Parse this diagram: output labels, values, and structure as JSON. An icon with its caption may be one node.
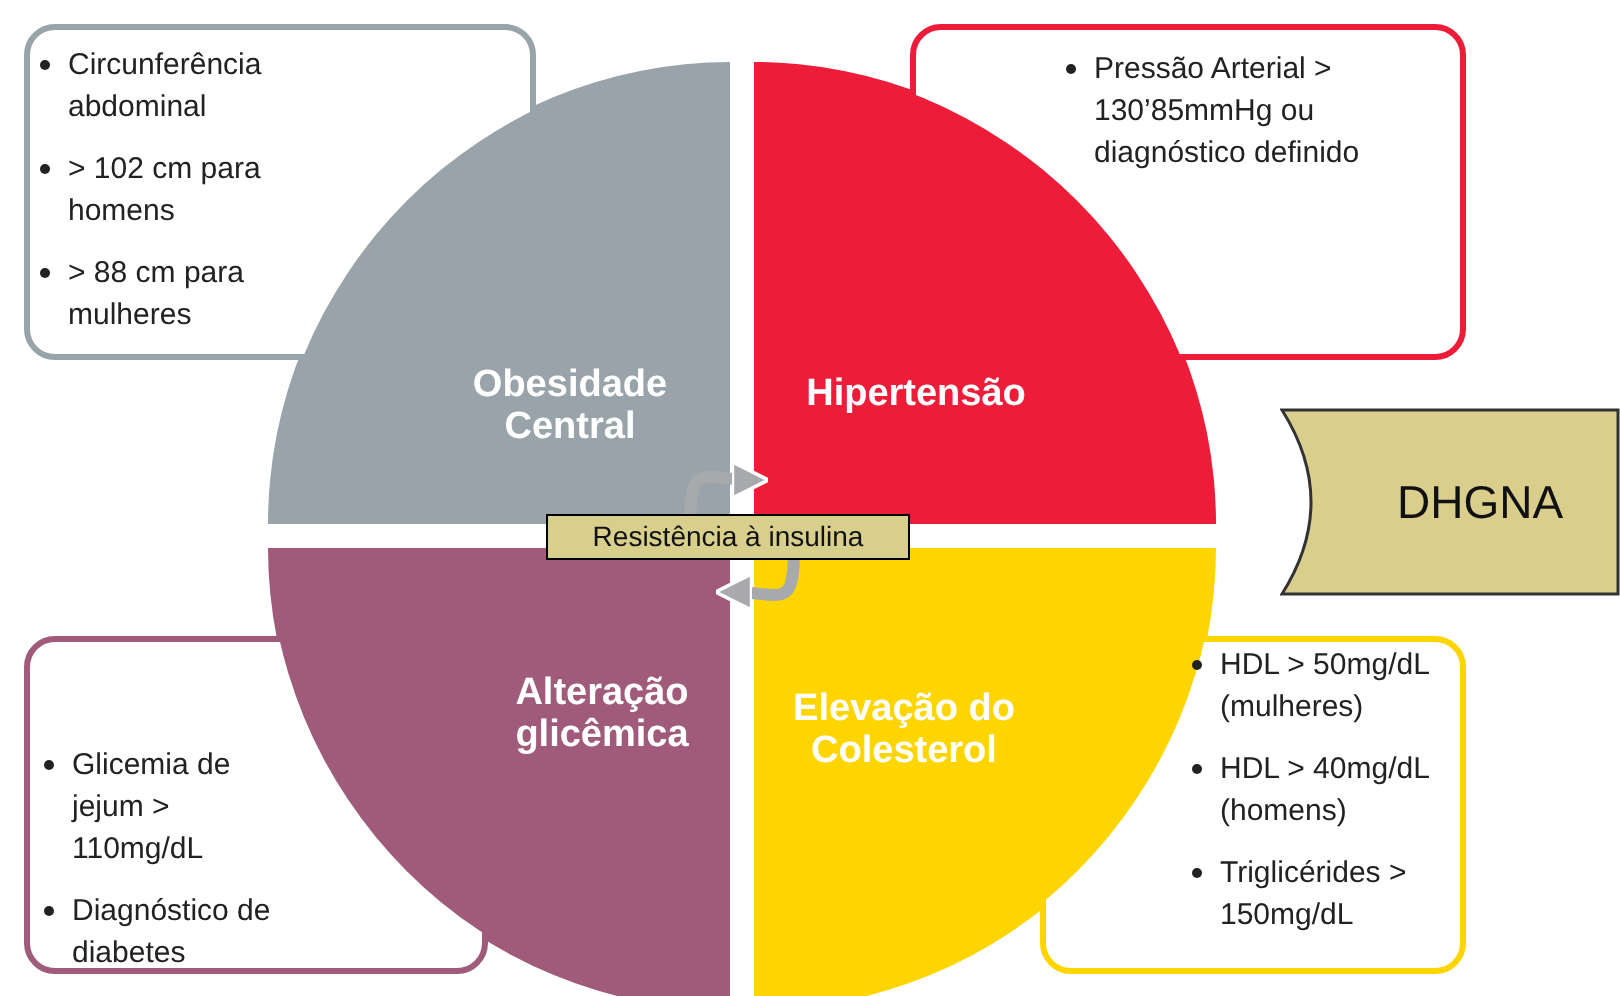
{
  "diagram": {
    "nodes": [
      {
        "text": [
          "Circunferência abdominal",
          "> 102 cm para homens",
          "> 88 cm para mulheres"
        ]
      },
      {
        "text": [
          "Pressão Arterial > 130’85mmHg ou diagnóstico definido"
        ]
      },
      {
        "text": [
          "Glicemia de jejum > 110mg/dL",
          "Diagnóstico de diabetes"
        ]
      },
      {
        "text": [
          "HDL > 50mg/dL (mulheres)",
          "HDL > 40mg/dL (homens)",
          "Triglicérides > 150mg/dL"
        ]
      },
      {
        "text": [
          "Obesidade Central"
        ]
      },
      {
        "text": [
          "Hipertensão"
        ]
      },
      {
        "text": [
          "Alteração glicêmica"
        ]
      },
      {
        "text": [
          "Elevação do Colesterol"
        ]
      },
      {
        "text": [
          "Resistência à insulina"
        ]
      },
      {
        "text": [
          "DHGNA"
        ]
      }
    ],
    "edges": [
      {
        "from": 4,
        "to": 5,
        "arrow": "to"
      },
      {
        "from": 7,
        "to": 6,
        "arrow": "to"
      }
    ]
  }
}
